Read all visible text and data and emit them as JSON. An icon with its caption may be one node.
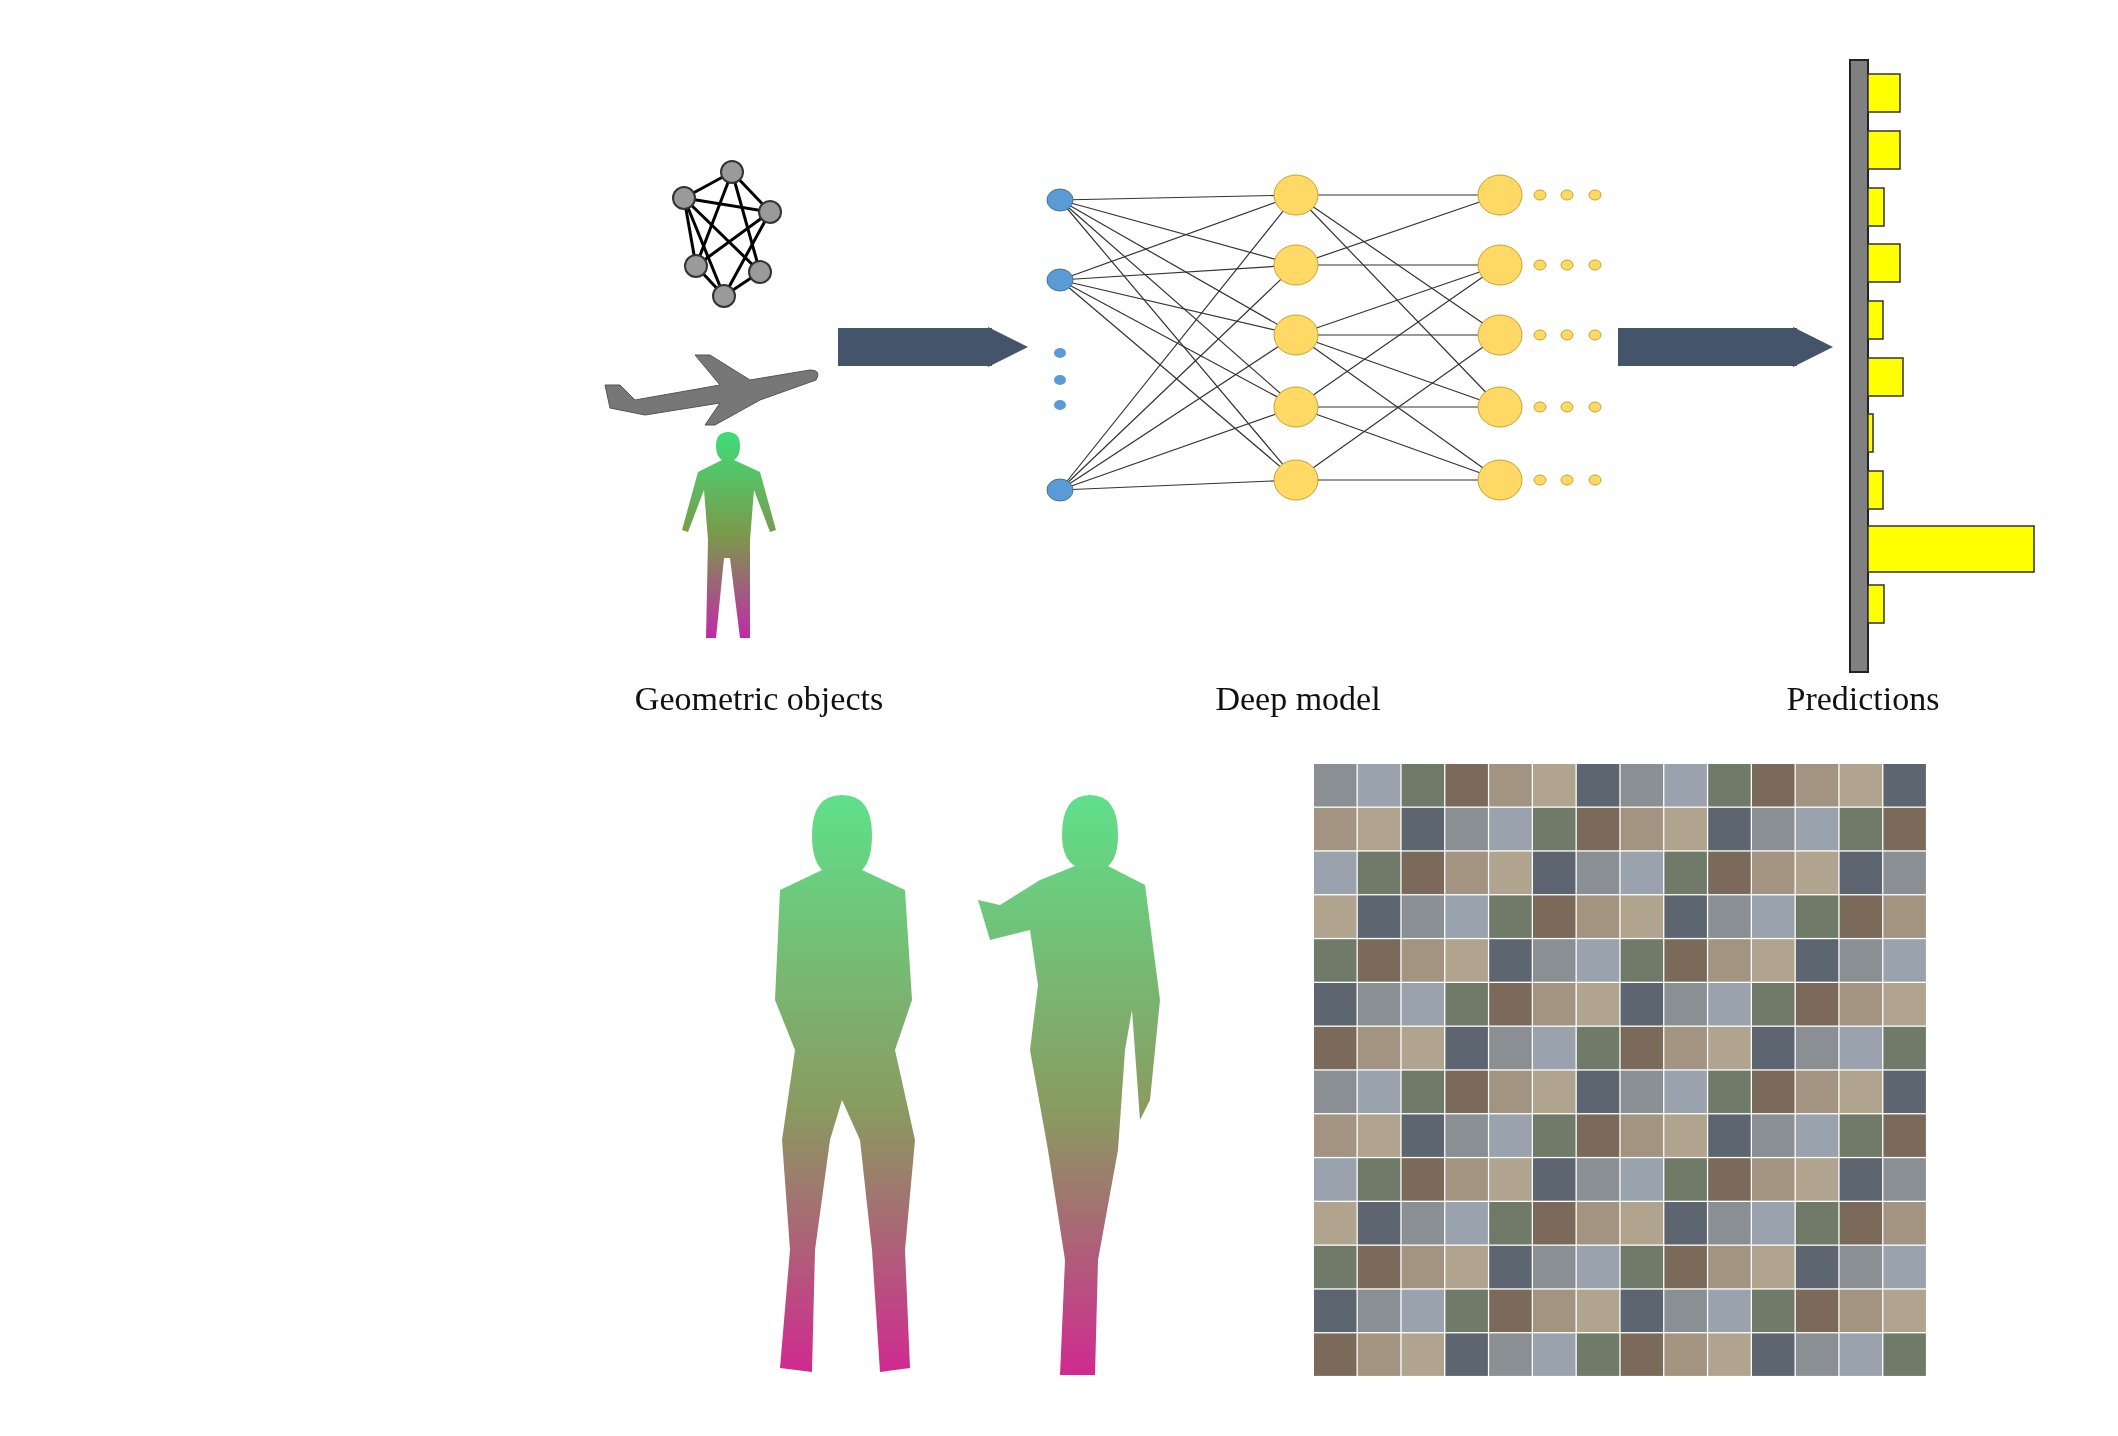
{
  "diagram": {
    "nodes": [
      {
        "text": [],
        "shape": "picture"
      },
      {
        "text": [],
        "shape": "picture"
      },
      {
        "text": [],
        "shape": "picture"
      }
    ],
    "edges": [
      {
        "from": 0,
        "to": 1,
        "arrow": "to"
      },
      {
        "from": 1,
        "to": 2,
        "arrow": "to"
      }
    ],
    "labels": [
      "Geometric objects",
      "Deep model",
      "Predictions"
    ]
  }
}
